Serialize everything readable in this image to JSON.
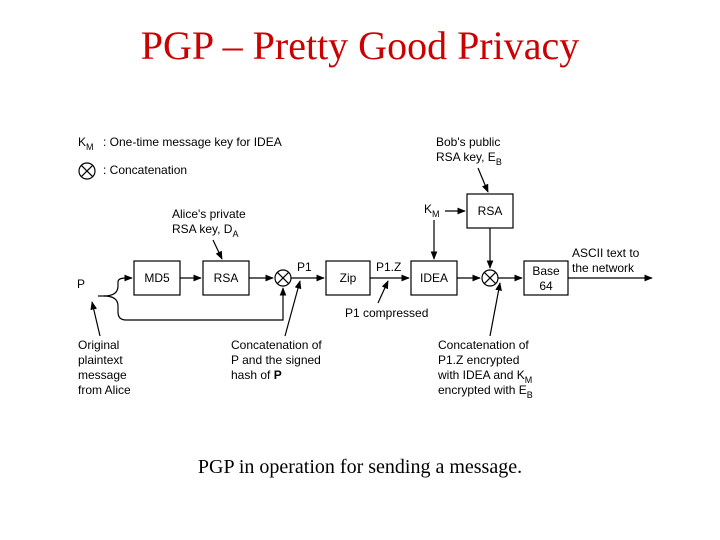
{
  "title": "PGP – Pretty Good Privacy",
  "caption": "PGP in operation for sending a message.",
  "legend": {
    "km_symbol": "K",
    "km_sub": "M",
    "km_desc": ":  One-time message key for IDEA",
    "concat_desc": ":  Concatenation"
  },
  "boxes": {
    "md5": "MD5",
    "rsa1": "RSA",
    "zip": "Zip",
    "idea": "IDEA",
    "rsa2": "RSA",
    "base64_line1": "Base",
    "base64_line2": "64"
  },
  "labels": {
    "p": "P",
    "p1": "P1",
    "p1z": "P1.Z",
    "km_top": "K",
    "km_top_sub": "M",
    "p1_compressed": "P1 compressed",
    "alice_key_line1": "Alice's private",
    "alice_key_line2": "RSA key, D",
    "alice_key_sub": "A",
    "bob_key_line1": "Bob's public",
    "bob_key_line2": "RSA key, E",
    "bob_key_sub": "B",
    "ascii_line1": "ASCII text to",
    "ascii_line2": "the network",
    "original_line1": "Original",
    "original_line2": "plaintext",
    "original_line3": "message",
    "original_line4": "from Alice",
    "concat1_line1": "Concatenation of",
    "concat1_line2": "P and the signed",
    "concat1_line3": "hash of ",
    "concat1_bold": "P",
    "concat2_line1": "Concatenation of",
    "concat2_line2": "P1.Z encrypted",
    "concat2_line3": "with IDEA and K",
    "concat2_line3_sub": "M",
    "concat2_line4": "encrypted with E",
    "concat2_line4_sub": "B"
  }
}
